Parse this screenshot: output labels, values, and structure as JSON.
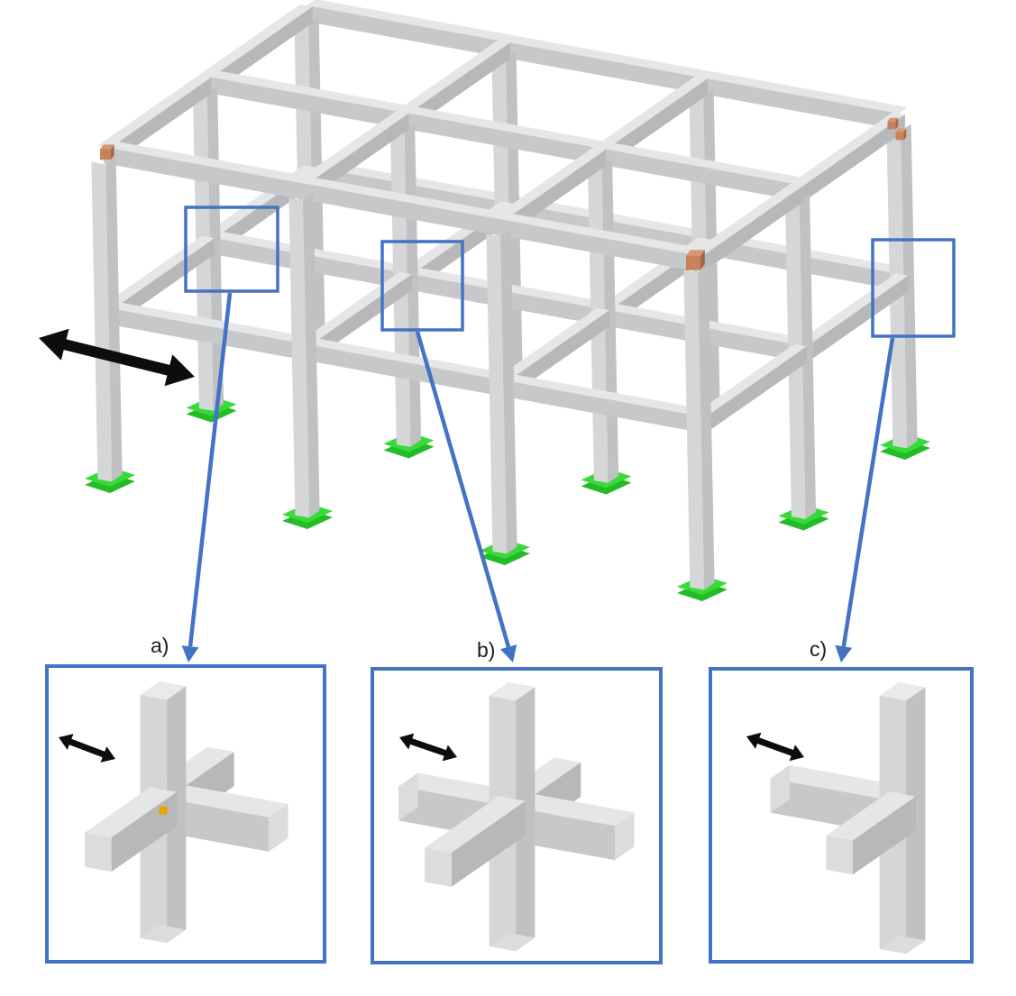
{
  "figure": {
    "kind": "structural-frame-joint-diagram",
    "background": "#ffffff"
  },
  "colors": {
    "accent_blue": "#4472c4",
    "member_top": "#e4e6e8",
    "member_front": "#c6c8ca",
    "member_side": "#b6b8ba",
    "member_cap": "#dadcde",
    "column_front": "#d5d6d8",
    "column_side": "#bfc1c3",
    "column_top": "#e8eaec",
    "support_green": "#38da38",
    "support_green_dark": "#23bb27",
    "corner_marker_orange": "#c5825d",
    "corner_marker_orange_light": "#d99672",
    "corner_marker_orange_dark": "#a86744",
    "connection_marker_amber": "#e9a600",
    "arrow_black": "#0d0d0d",
    "label_text": "#1c1c1c"
  },
  "main_view": {
    "stories": 2,
    "bays_long_direction": 3,
    "bays_short_direction": 2,
    "visible_supports": 9,
    "load_arrow": "double-headed",
    "corner_marker_locations": [
      "top-left-corner",
      "front-right-corner",
      "top-right-corner"
    ],
    "highlighted_joints": [
      "a",
      "b",
      "c"
    ]
  },
  "details": [
    {
      "id": "a",
      "label": "a)",
      "beam_stubs": [
        "+Y",
        "+X",
        "-Y"
      ],
      "has_connection_marker": true,
      "arrow": "double-headed"
    },
    {
      "id": "b",
      "label": "b)",
      "beam_stubs": [
        "+Y",
        "-X",
        "+X",
        "-Y"
      ],
      "has_connection_marker": false,
      "arrow": "double-headed"
    },
    {
      "id": "c",
      "label": "c)",
      "beam_stubs": [
        "-X",
        "-Y"
      ],
      "has_connection_marker": false,
      "arrow": "double-headed"
    }
  ]
}
